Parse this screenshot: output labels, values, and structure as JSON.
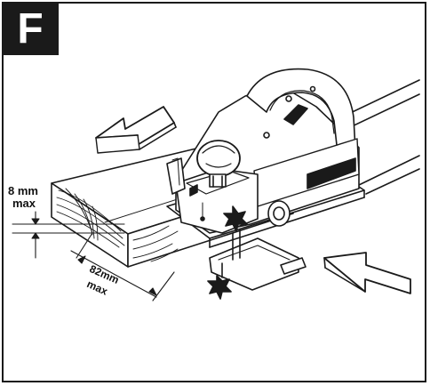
{
  "figure": {
    "badge_letter": "F",
    "depth_label": {
      "value": "8 mm",
      "qualifier": "max"
    },
    "width_label": {
      "value": "82mm",
      "qualifier": "max"
    },
    "colors": {
      "ink": "#1a1a1a",
      "paper": "#ffffff"
    },
    "icons": [
      "arrow-left-icon",
      "arrow-left-icon",
      "planer-illustration",
      "wood-board-illustration"
    ]
  }
}
